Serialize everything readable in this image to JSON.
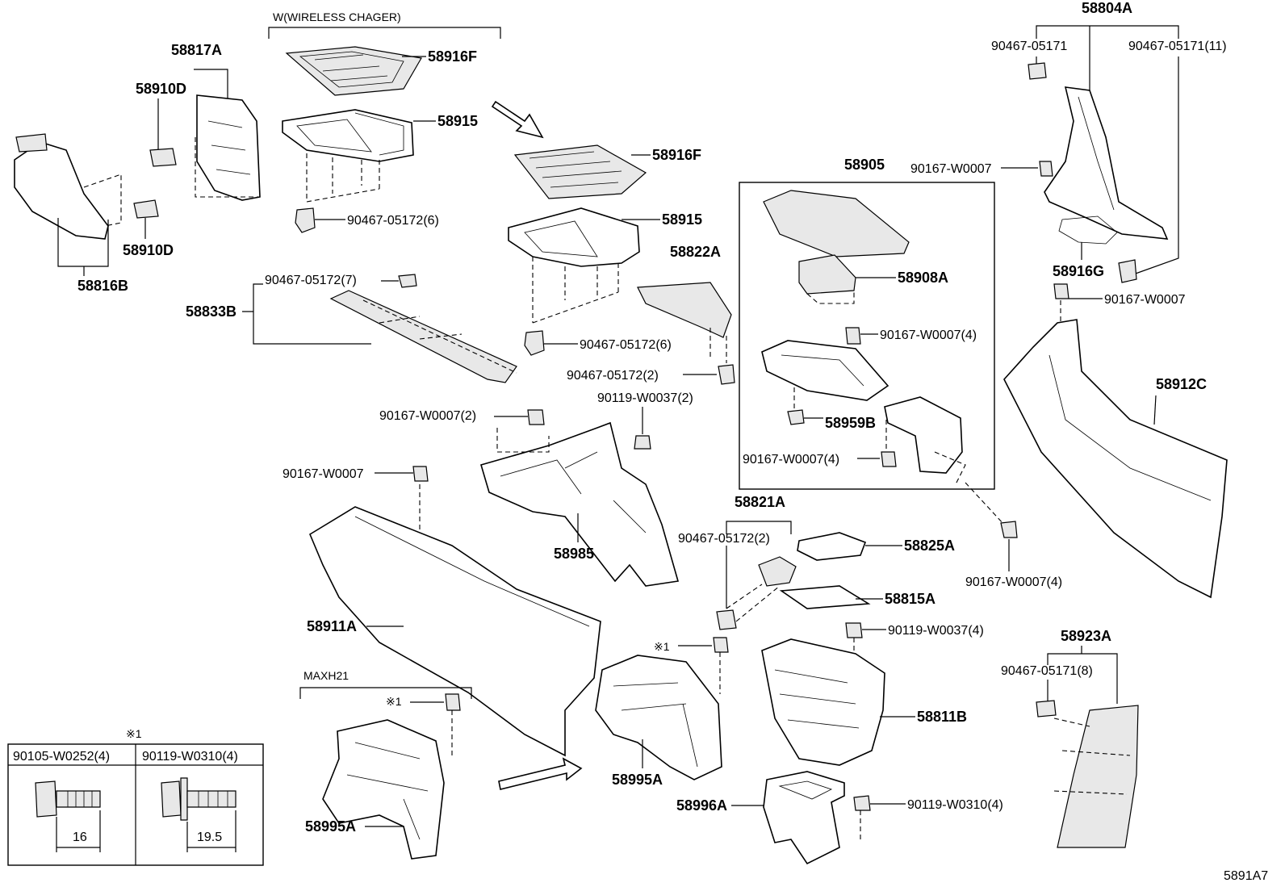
{
  "notes": {
    "wireless": "W(WIRELESS CHAGER)",
    "maxh21": "MAXH21",
    "ref_mark_1": "※1",
    "ref_mark_2": "※1",
    "ref_mark_3": "※1",
    "figure_code": "5891A7"
  },
  "legend": {
    "header_mark": "※1",
    "col1_title": "90105-W0252(4)",
    "col2_title": "90119-W0310(4)",
    "col1_dim": "16",
    "col2_dim": "19.5"
  },
  "labels": {
    "p58817A": "58817A",
    "p58910D_a": "58910D",
    "p58910D_b": "58910D",
    "p58816B": "58816B",
    "p58916F_a": "58916F",
    "p58915_a": "58915",
    "p90467_05172_6a": "90467-05172(6)",
    "p58916F_b": "58916F",
    "p58915_b": "58915",
    "p58822A": "58822A",
    "p90467_05172_7": "90467-05172(7)",
    "p58833B": "58833B",
    "p90467_05172_6b": "90467-05172(6)",
    "p90467_05172_2a": "90467-05172(2)",
    "p90119_W0037_2": "90119-W0037(2)",
    "p90167_W0007_2": "90167-W0007(2)",
    "p90167_W0007_a": "90167-W0007",
    "p58985": "58985",
    "p58911A": "58911A",
    "p58905": "58905",
    "p58908A": "58908A",
    "p90167_W0007_4a": "90167-W0007(4)",
    "p58959B": "58959B",
    "p90167_W0007_4b": "90167-W0007(4)",
    "p58804A": "58804A",
    "p90467_05171": "90467-05171",
    "p90467_05171_11": "90467-05171(11)",
    "p90167_W0007_b": "90167-W0007",
    "p58916G": "58916G",
    "p90167_W0007_c": "90167-W0007",
    "p58912C": "58912C",
    "p58821A": "58821A",
    "p90467_05172_2b": "90467-05172(2)",
    "p58825A": "58825A",
    "p90167_W0007_4c": "90167-W0007(4)",
    "p58815A": "58815A",
    "p90119_W0037_4": "90119-W0037(4)",
    "p58811B": "58811B",
    "p58923A": "58923A",
    "p90467_05171_8": "90467-05171(8)",
    "p58995A_a": "58995A",
    "p58995A_b": "58995A",
    "p58996A": "58996A",
    "p90119_W0310_4": "90119-W0310(4)"
  }
}
